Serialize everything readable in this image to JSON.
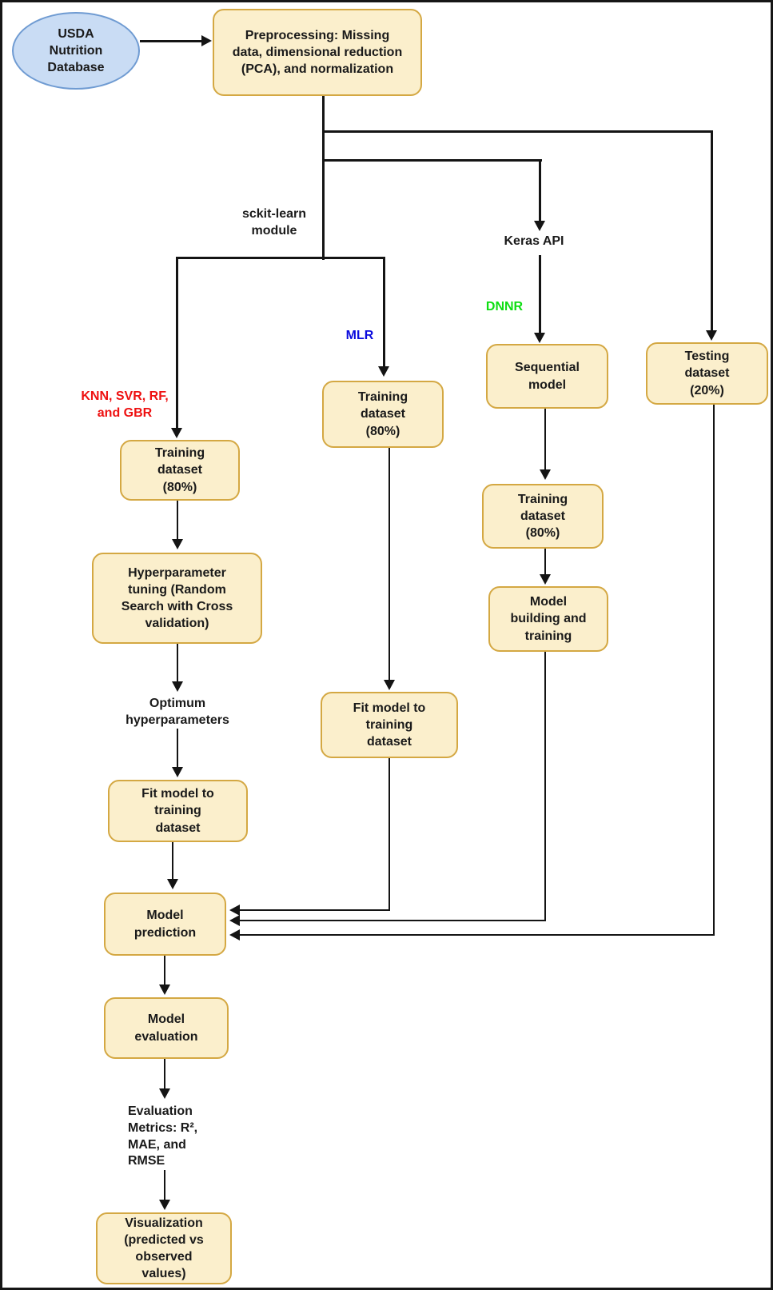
{
  "colors": {
    "node-fill": "#FBEFCC",
    "node-border": "#D4A843",
    "ellipse-fill": "#C9DCF4",
    "ellipse-border": "#6F9BD2",
    "text": "#1A1A1A",
    "line": "#141414",
    "red": "#EE1111",
    "blue": "#0B0BDD",
    "green": "#0EDE12"
  },
  "nodes": {
    "database": "USDA\nNutrition\nDatabase",
    "preprocessing": "Preprocessing: Missing\ndata, dimensional reduction\n(PCA), and normalization",
    "training_sklearn": "Training\ndataset\n(80%)",
    "hyperparameter_tuning": "Hyperparameter\ntuning (Random\nSearch with Cross\nvalidation)",
    "fit_model_sklearn": "Fit model to\ntraining\ndataset",
    "model_prediction": "Model\nprediction",
    "model_evaluation": "Model\nevaluation",
    "visualization": "Visualization\n(predicted vs\nobserved\nvalues)",
    "training_mlr": "Training\ndataset\n(80%)",
    "fit_model_mlr": "Fit model to\ntraining\ndataset",
    "sequential_model": "Sequential\nmodel",
    "training_dnnr": "Training\ndataset\n(80%)",
    "model_building": "Model\nbuilding and\ntraining",
    "testing_dataset": "Testing\ndataset\n(20%)"
  },
  "labels": {
    "sklearn_module": "sckit-learn\nmodule",
    "keras_api": "Keras API",
    "dnnr": "DNNR",
    "mlr": "MLR",
    "sklearn_models": "KNN, SVR, RF,\nand GBR",
    "optimum_hyperparameters": "Optimum\nhyperparameters",
    "evaluation_metrics": "Evaluation\nMetrics: R²,\nMAE, and\nRMSE"
  }
}
